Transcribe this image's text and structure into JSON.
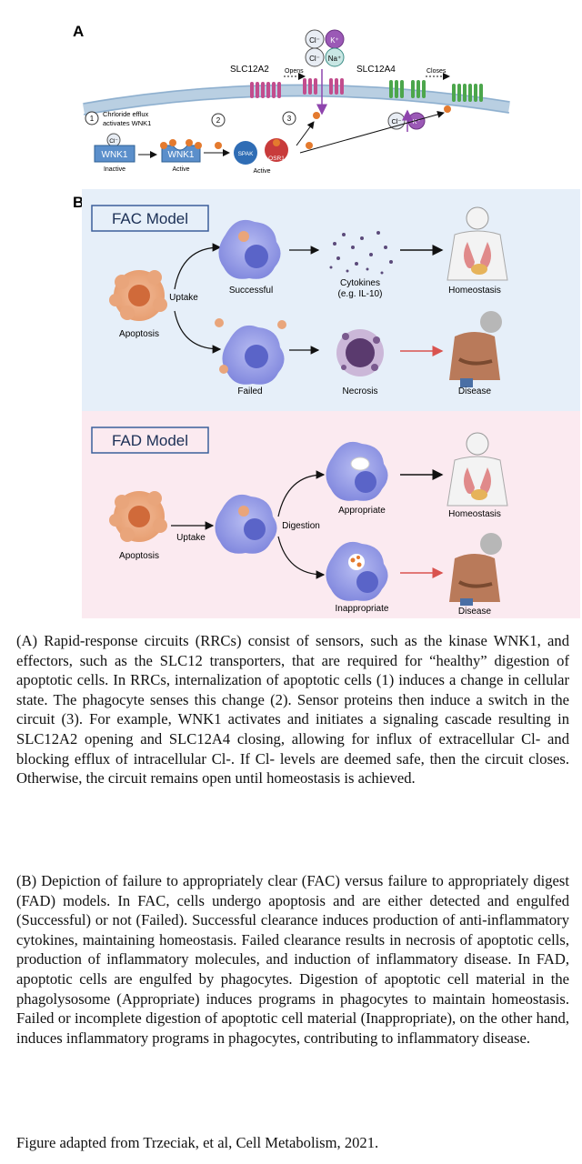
{
  "panelA": {
    "label": "A",
    "ion_cl": "Cl⁻",
    "ion_k": "K⁺",
    "ion_na": "Na⁺",
    "slc12a2": "SLC12A2",
    "opens": "Opens",
    "slc12a4": "SLC12A4",
    "closes": "Closes",
    "step1_num": "1",
    "step1_line1": "Chrloride efflux",
    "step1_line2": "activates WNK1",
    "step2_num": "2",
    "step3_num": "3",
    "wnk1": "WNK1",
    "inactive": "Inactive",
    "active": "Active",
    "spak": "SPAK",
    "osr1": "OSR1",
    "active2": "Active",
    "p": "P",
    "cl_small": "Cl⁻"
  },
  "panelB": {
    "label": "B",
    "fac_title": "FAC Model",
    "fad_title": "FAD Model",
    "apoptosis": "Apoptosis",
    "uptake": "Uptake",
    "successful": "Successful",
    "failed": "Failed",
    "cytokines_line1": "Cytokines",
    "cytokines_line2": "(e.g. IL-10)",
    "necrosis": "Necrosis",
    "homeostasis": "Homeostasis",
    "disease": "Disease",
    "fad_apoptosis": "Apoptosis",
    "fad_uptake": "Uptake",
    "digestion": "Digestion",
    "appropriate": "Appropriate",
    "inappropriate": "Inappropriate",
    "fad_homeostasis": "Homeostasis",
    "fad_disease": "Disease"
  },
  "colors": {
    "fac_bg": "#e6eff9",
    "fad_bg": "#fbeaf0",
    "membrane": "#b9cfe2",
    "wnk1": "#5b8fcb",
    "spak": "#2f6db5",
    "osr1": "#c83b3b",
    "slc12a2": "#c24d8d",
    "slc12a4": "#4ca64c",
    "phago": "#8f95e6",
    "nucleus": "#5a64c8",
    "apoptotic": "#e9a57b",
    "p_dot": "#e47a2e",
    "ion_purple": "#8e44ad",
    "red_arrow": "#d9534f"
  },
  "caption": {
    "a": "(A) Rapid-response circuits (RRCs) consist of sensors, such as the kinase WNK1, and effectors, such as the SLC12 transporters, that are required for “healthy” digestion of apoptotic cells. In RRCs, internalization of apoptotic cells (1) induces a change in cellular state. The phagocyte senses this change (2). Sensor proteins then induce a switch in the circuit (3). For example, WNK1 activates and initiates a signaling cascade resulting in SLC12A2 opening and SLC12A4 closing, allowing for influx of extracellular Cl- and blocking efflux of intracellular Cl-. If Cl- levels are deemed safe, then the circuit closes. Otherwise, the circuit remains open until homeostasis is achieved.",
    "b": "(B) Depiction of failure to appropriately clear (FAC) versus failure to appropriately digest (FAD) models. In FAC, cells undergo apoptosis and are either detected and engulfed (Successful) or not (Failed). Successful clearance induces production of anti-inflammatory cytokines, maintaining homeostasis. Failed clearance results in necrosis of apoptotic cells, production of inflammatory molecules, and induction of inflammatory disease. In FAD, apoptotic cells are engulfed by phagocytes. Digestion of apoptotic cell material in the phagolysosome (Appropriate) induces programs in phagocytes to maintain homeostasis. Failed or incomplete digestion of apoptotic cell material (Inappropriate), on the other hand, induces inflammatory programs in phagocytes, contributing to inflammatory disease.",
    "credit": "Figure adapted from Trzeciak, et al, Cell Metabolism, 2021."
  }
}
